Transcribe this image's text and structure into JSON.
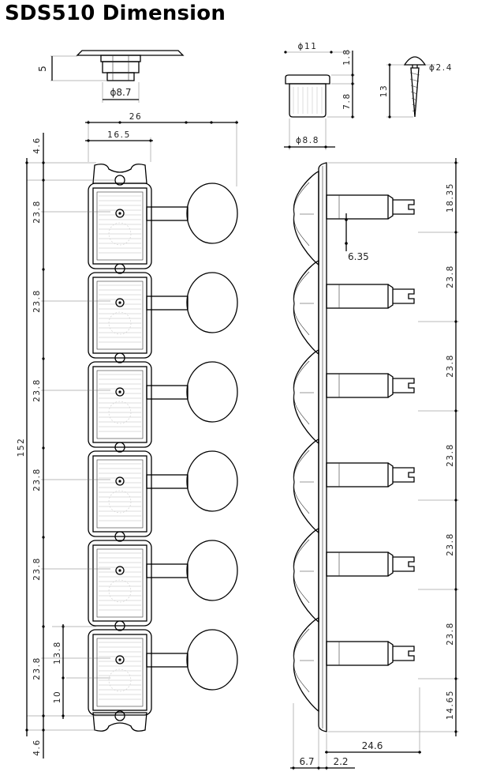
{
  "title": "SDS510 Dimension",
  "labels": {
    "bushing_height": "5",
    "bushing_diameter": "ϕ8.7",
    "ferrule_top_diameter": "ϕ11",
    "ferrule_flange": "1.8",
    "ferrule_body": "7.8",
    "ferrule_base_diameter": "ϕ8.8",
    "screw_head_diameter": "ϕ2.4",
    "screw_length": "13",
    "total_width": "26",
    "post_offset": "16.5",
    "end_margin": "4.6",
    "spacing": "23.8",
    "total_length": "152",
    "last_post_from_screw": "13.8",
    "last_post_from_edge": "10",
    "side_first_post": "18.35",
    "post_diameter": "6.35",
    "side_last_post": "14.65",
    "post_length": "24.6",
    "plate_depth": "6.7",
    "plate_thickness": "2.2"
  },
  "tuner_count": 6
}
